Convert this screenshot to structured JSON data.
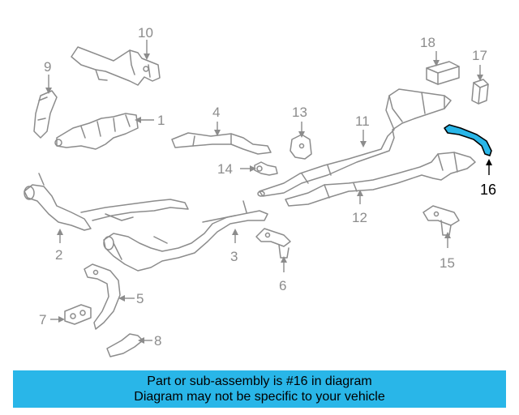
{
  "callouts": {
    "c1": "1",
    "c2": "2",
    "c3": "3",
    "c4": "4",
    "c5": "5",
    "c6": "6",
    "c7": "7",
    "c8": "8",
    "c9": "9",
    "c10": "10",
    "c11": "11",
    "c12": "12",
    "c13": "13",
    "c14": "14",
    "c15": "15",
    "c16": "16",
    "c17": "17",
    "c18": "18"
  },
  "highlighted_part": "16",
  "banner": {
    "line1": "Part or sub-assembly is #16 in diagram",
    "line2": "Diagram may not be specific to your vehicle"
  },
  "colors": {
    "highlight": "#29b6e8",
    "parts": "#8c8c8c",
    "banner_bg": "#29b6e8"
  }
}
